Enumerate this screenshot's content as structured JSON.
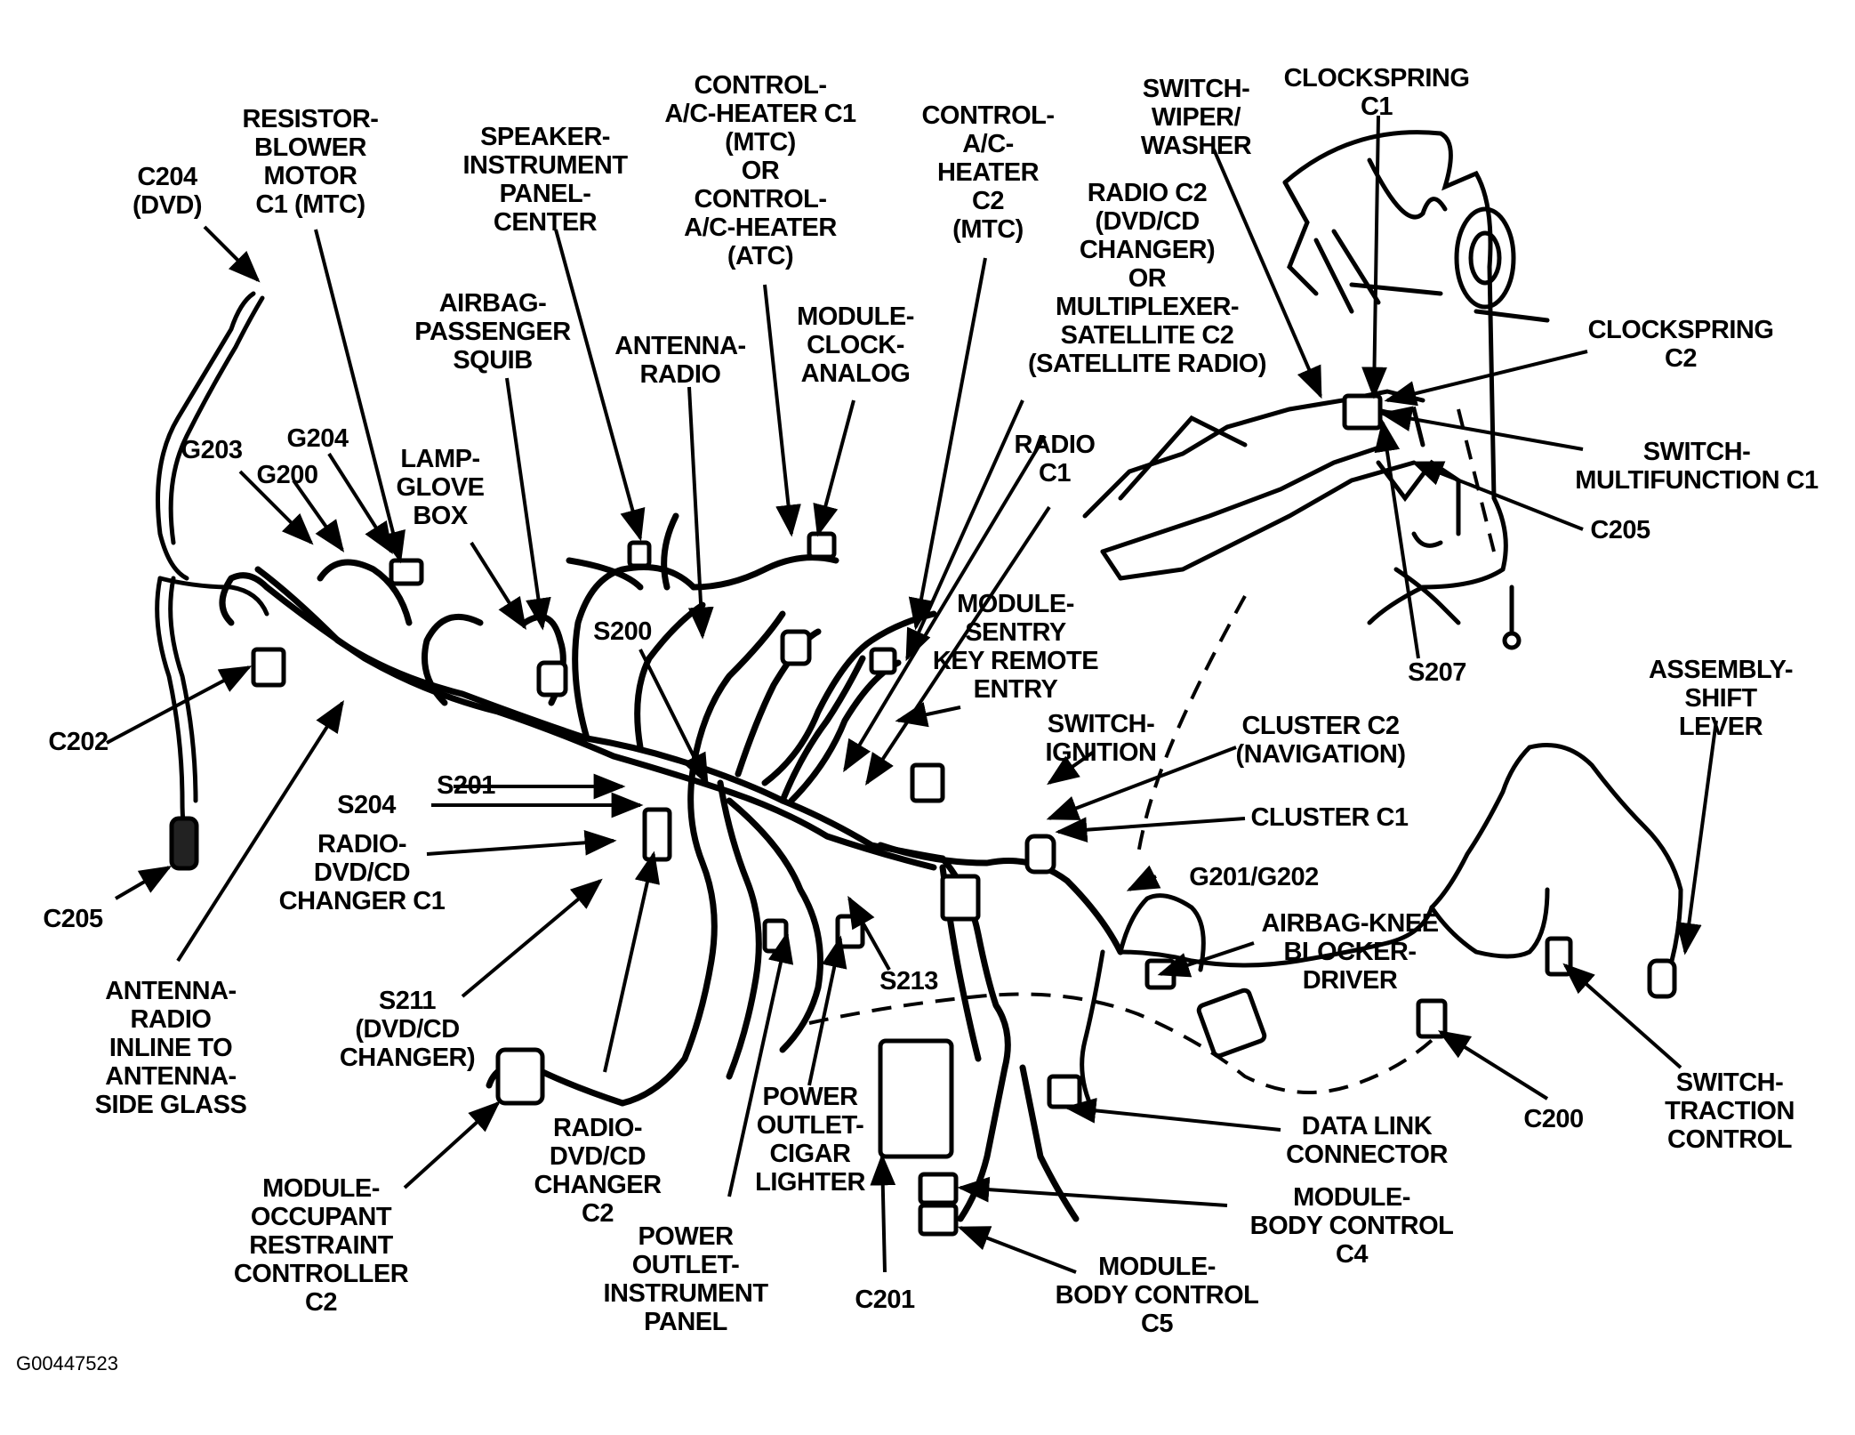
{
  "figure_code": "G00447523",
  "labels": {
    "c204_dvd": [
      "C204",
      "(DVD)"
    ],
    "resistor_blower": [
      "RESISTOR-",
      "BLOWER",
      "MOTOR",
      "C1 (MTC)"
    ],
    "speaker_center": [
      "SPEAKER-",
      "INSTRUMENT",
      "PANEL-",
      "CENTER"
    ],
    "control_ac_c1": [
      "CONTROL-",
      "A/C-HEATER C1",
      "(MTC)",
      "OR",
      "CONTROL-",
      "A/C-HEATER",
      "(ATC)"
    ],
    "control_ac_c2": [
      "CONTROL-",
      "A/C-",
      "HEATER",
      "C2",
      "(MTC)"
    ],
    "switch_wiper": [
      "SWITCH-",
      "WIPER/",
      "WASHER"
    ],
    "clockspring_c1": [
      "CLOCKSPRING",
      "C1"
    ],
    "radio_c2": [
      "RADIO C2",
      "(DVD/CD",
      "CHANGER)",
      "OR",
      "MULTIPLEXER-",
      "SATELLITE C2",
      "(SATELLITE RADIO)"
    ],
    "clockspring_c2": [
      "CLOCKSPRING",
      "C2"
    ],
    "airbag_passenger": [
      "AIRBAG-",
      "PASSENGER",
      "SQUIB"
    ],
    "antenna_radio_top": [
      "ANTENNA-",
      "RADIO"
    ],
    "module_clock": [
      "MODULE-",
      "CLOCK-",
      "ANALOG"
    ],
    "g203": [
      "G203"
    ],
    "g204": [
      "G204"
    ],
    "g200": [
      "G200"
    ],
    "lamp_glove": [
      "LAMP-",
      "GLOVE",
      "BOX"
    ],
    "radio_c1": [
      "RADIO",
      "C1"
    ],
    "switch_multifunction": [
      "SWITCH-",
      "MULTIFUNCTION C1"
    ],
    "c205_right": [
      "C205"
    ],
    "s200": [
      "S200"
    ],
    "module_sentry": [
      "MODULE-",
      "SENTRY",
      "KEY REMOTE",
      "ENTRY"
    ],
    "s207": [
      "S207"
    ],
    "assembly_shift": [
      "ASSEMBLY-",
      "SHIFT",
      "LEVER"
    ],
    "c202": [
      "C202"
    ],
    "switch_ignition": [
      "SWITCH-",
      "IGNITION"
    ],
    "cluster_c2": [
      "CLUSTER C2",
      "(NAVIGATION)"
    ],
    "s201": [
      "S201"
    ],
    "s204": [
      "S204"
    ],
    "cluster_c1": [
      "CLUSTER C1"
    ],
    "radio_dvd_c1": [
      "RADIO-",
      "DVD/CD",
      "CHANGER C1"
    ],
    "g201_g202": [
      "G201/G202"
    ],
    "c205_left": [
      "C205"
    ],
    "airbag_knee": [
      "AIRBAG-KNEE",
      "BLOCKER-",
      "DRIVER"
    ],
    "antenna_inline": [
      "ANTENNA-",
      "RADIO",
      "INLINE TO",
      "ANTENNA-",
      "SIDE GLASS"
    ],
    "s213": [
      "S213"
    ],
    "s211": [
      "S211",
      "(DVD/CD",
      "CHANGER)"
    ],
    "switch_traction": [
      "SWITCH-",
      "TRACTION",
      "CONTROL"
    ],
    "c200": [
      "C200"
    ],
    "power_cigar": [
      "POWER",
      "OUTLET-",
      "CIGAR",
      "LIGHTER"
    ],
    "data_link": [
      "DATA LINK",
      "CONNECTOR"
    ],
    "radio_dvd_c2": [
      "RADIO-",
      "DVD/CD",
      "CHANGER",
      "C2"
    ],
    "module_occupant": [
      "MODULE-",
      "OCCUPANT",
      "RESTRAINT",
      "CONTROLLER",
      "C2"
    ],
    "module_body_c4": [
      "MODULE-",
      "BODY CONTROL",
      "C4"
    ],
    "power_instrument": [
      "POWER",
      "OUTLET-",
      "INSTRUMENT",
      "PANEL"
    ],
    "c201": [
      "C201"
    ],
    "module_body_c5": [
      "MODULE-",
      "BODY CONTROL",
      "C5"
    ]
  }
}
